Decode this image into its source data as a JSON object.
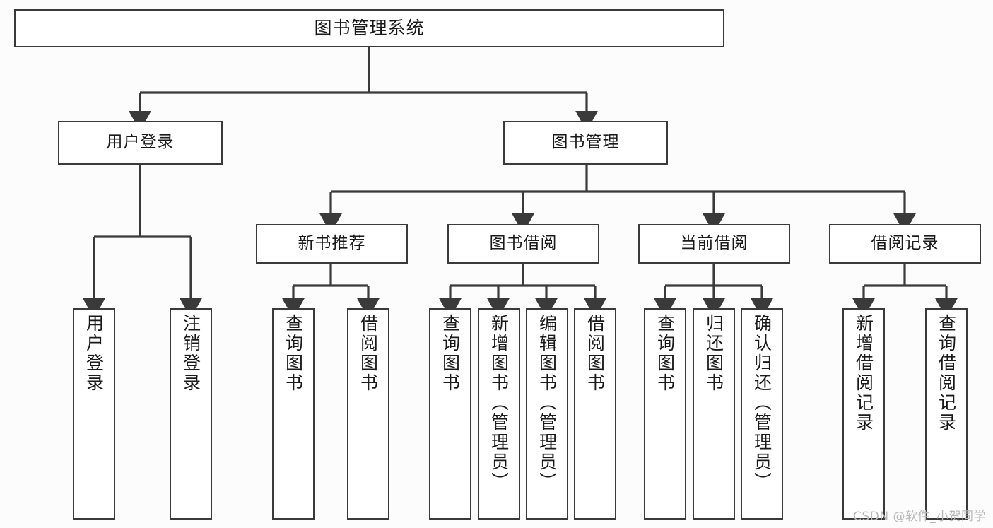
{
  "diagram": {
    "title": "图书管理系统",
    "type": "tree-hierarchy",
    "colors": {
      "background": "#fcfcfc",
      "node_fill": "#ffffff",
      "line": "#3a3a3a",
      "text": "#1a1a1a",
      "watermark": "#b9b9b9"
    }
  },
  "nodes": {
    "root": {
      "label": "图书管理系统",
      "orientation": "horizontal"
    },
    "level2": [
      {
        "id": "user-login",
        "label": "用户登录",
        "orientation": "horizontal"
      },
      {
        "id": "book-manage",
        "label": "图书管理",
        "orientation": "horizontal"
      }
    ],
    "level3": [
      {
        "id": "new-book-recommend",
        "label": "新书推荐",
        "orientation": "horizontal"
      },
      {
        "id": "book-borrow",
        "label": "图书借阅",
        "orientation": "horizontal"
      },
      {
        "id": "current-borrow",
        "label": "当前借阅",
        "orientation": "horizontal"
      },
      {
        "id": "borrow-record",
        "label": "借阅记录",
        "orientation": "horizontal"
      }
    ],
    "leaves": [
      {
        "id": "leaf-user-login",
        "label": "用户登录",
        "parent": "user-login",
        "orientation": "vertical"
      },
      {
        "id": "leaf-logout-login",
        "label": "注销登录",
        "parent": "user-login",
        "orientation": "vertical"
      },
      {
        "id": "leaf-query-book-1",
        "label": "查询图书",
        "parent": "new-book-recommend",
        "orientation": "vertical"
      },
      {
        "id": "leaf-borrow-book-1",
        "label": "借阅图书",
        "parent": "new-book-recommend",
        "orientation": "vertical"
      },
      {
        "id": "leaf-query-book-2",
        "label": "查询图书",
        "parent": "book-borrow",
        "orientation": "vertical"
      },
      {
        "id": "leaf-add-book",
        "label": "新增图书（管理员）",
        "parent": "book-borrow",
        "orientation": "vertical"
      },
      {
        "id": "leaf-edit-book",
        "label": "编辑图书（管理员）",
        "parent": "book-borrow",
        "orientation": "vertical"
      },
      {
        "id": "leaf-borrow-book-2",
        "label": "借阅图书",
        "parent": "book-borrow",
        "orientation": "vertical"
      },
      {
        "id": "leaf-query-book-3",
        "label": "查询图书",
        "parent": "current-borrow",
        "orientation": "vertical"
      },
      {
        "id": "leaf-return-book",
        "label": "归还图书",
        "parent": "current-borrow",
        "orientation": "vertical"
      },
      {
        "id": "leaf-confirm-return",
        "label": "确认归还（管理员）",
        "parent": "current-borrow",
        "orientation": "vertical"
      },
      {
        "id": "leaf-add-record",
        "label": "新增借阅记录",
        "parent": "borrow-record",
        "orientation": "vertical"
      },
      {
        "id": "leaf-query-record",
        "label": "查询借阅记录",
        "parent": "borrow-record",
        "orientation": "vertical"
      }
    ]
  },
  "watermark": {
    "text": "CSDN @软件_小贺同学"
  }
}
